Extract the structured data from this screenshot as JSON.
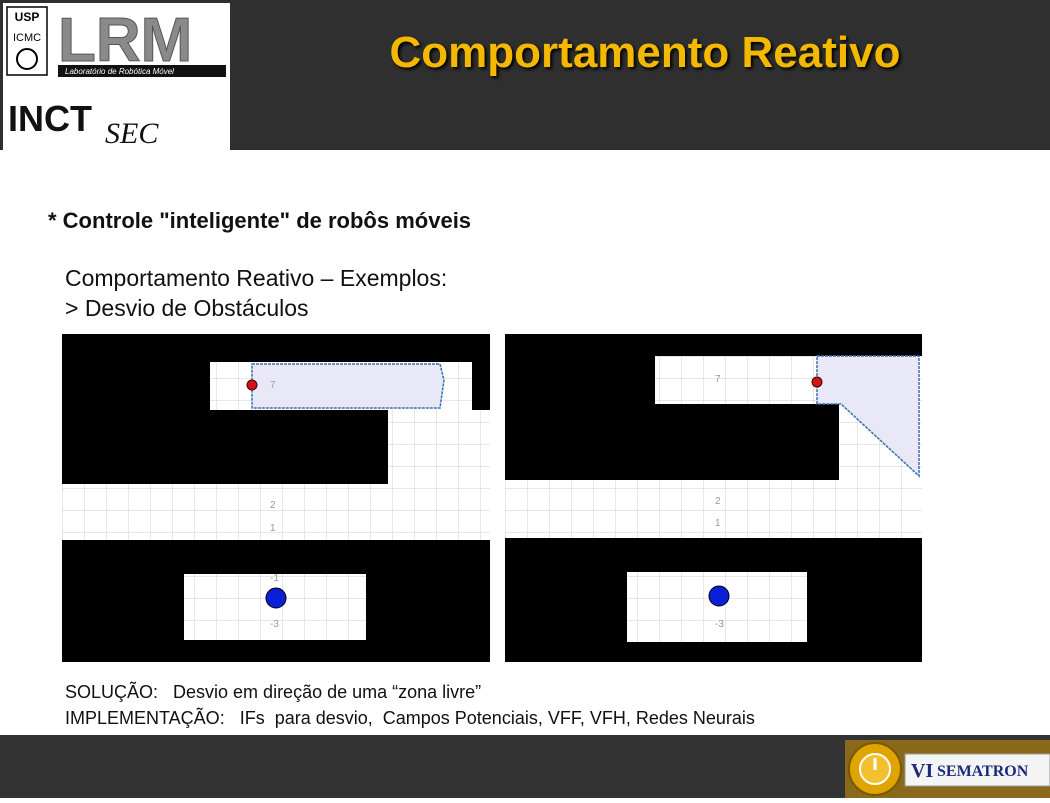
{
  "header": {
    "title": "Comportamento Reativo"
  },
  "logos": {
    "usp": "USP",
    "icmc": "ICMC",
    "lrm": "LRM",
    "lrm_sub": "Laboratório de Robótica Móvel",
    "inct": "INCT",
    "inct_sub": "SEC"
  },
  "content": {
    "bullet": "* Controle \"inteligente\" de robôs móveis",
    "subtitle1": "Comportamento Reativo – Exemplos:",
    "subtitle2": "> Desvio de Obstáculos",
    "solution": "SOLUÇÃO:   Desvio em direção de uma “zona livre”",
    "implementation": "IMPLEMENTAÇÃO:   IFs  para desvio,  Campos Potenciais, VFF, VFH, Redes Neurais"
  },
  "maps": {
    "left_ticks": [
      "7",
      "2",
      "1",
      "-1",
      "-3"
    ],
    "right_ticks": [
      "7",
      "2",
      "1",
      "-3"
    ]
  },
  "footer": {
    "badge_roman": "VI",
    "badge_text": "SEMATRON"
  },
  "colors": {
    "title": "#f5b800",
    "header_bg": "#2f2f2f",
    "robot_blue": "#0a1fd6",
    "robot_red": "#d01515",
    "sensor_fill": "#e8e8f6",
    "sensor_stroke": "#3a6fb0"
  }
}
